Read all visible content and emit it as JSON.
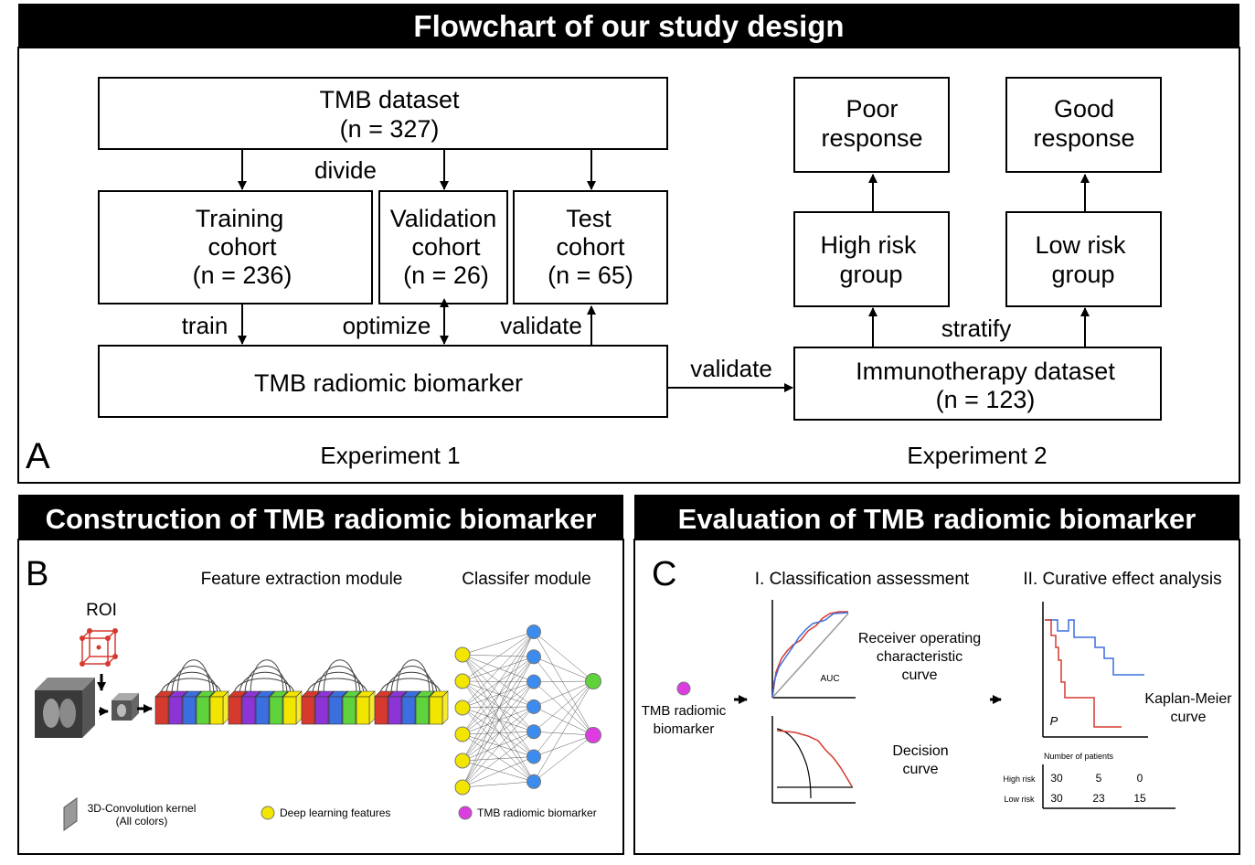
{
  "panelA": {
    "header": "Flowchart of our study design",
    "letter": "A",
    "experiment1": "Experiment 1",
    "experiment2": "Experiment 2",
    "tmb_dataset": [
      "TMB dataset",
      "(n = 327)"
    ],
    "divide": "divide",
    "training": [
      "Training",
      "cohort",
      "(n = 236)"
    ],
    "validation": [
      "Validation",
      "cohort",
      "(n = 26)"
    ],
    "test": [
      "Test",
      "cohort",
      "(n = 65)"
    ],
    "train": "train",
    "optimize": "optimize",
    "validate1": "validate",
    "biomarker": "TMB radiomic biomarker",
    "validate2": "validate",
    "immuno": [
      "Immunotherapy dataset",
      "(n = 123)"
    ],
    "stratify": "stratify",
    "high_risk": [
      "High risk",
      "group"
    ],
    "low_risk": [
      "Low risk",
      "group"
    ],
    "poor": [
      "Poor",
      "response"
    ],
    "good": [
      "Good",
      "response"
    ]
  },
  "panelB": {
    "header": "Construction of TMB radiomic biomarker",
    "letter": "B",
    "feature_module": "Feature extraction module",
    "classifier_module": "Classifer module",
    "roi": "ROI",
    "legend_kernel": [
      "3D-Convolution kernel",
      "(All colors)"
    ],
    "legend_features": "Deep learning features",
    "legend_biomarker": "TMB radiomic biomarker"
  },
  "panelC": {
    "header": "Evaluation of TMB radiomic biomarker",
    "letter": "C",
    "classification": "I. Classification assessment",
    "curative": "II. Curative effect analysis",
    "tmb_label": [
      "TMB radiomic",
      "biomarker"
    ],
    "roc": [
      "Receiver operating",
      "characteristic",
      "curve"
    ],
    "auc": "AUC",
    "decision": [
      "Decision",
      "curve"
    ],
    "km": [
      "Kaplan-Meier",
      "curve"
    ],
    "p": "P",
    "num_patients": "Number of patients",
    "table": [
      {
        "label": "High risk",
        "values": [
          "30",
          "5",
          "0"
        ]
      },
      {
        "label": "Low risk",
        "values": [
          "30",
          "23",
          "15"
        ]
      }
    ]
  },
  "colors": {
    "header_bg": "#000000",
    "red": "#d63a2f",
    "blue": "#3b6fe0",
    "yellow": "#f2e600",
    "green": "#5fd33c",
    "purple": "#8d34d6",
    "magenta": "#dd3ce0",
    "node_blue": "#3c8cf0"
  }
}
